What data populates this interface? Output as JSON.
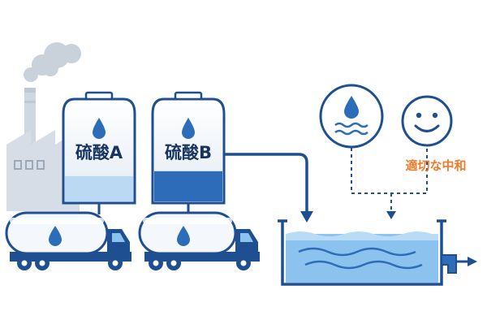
{
  "tanks": [
    {
      "label": "硫酸A",
      "fill_fraction": 0.25
    },
    {
      "label": "硫酸B",
      "fill_fraction": 0.3
    }
  ],
  "neutralization": {
    "label": "適切な中和"
  },
  "icons": {
    "water_drop": "water-drop-icon",
    "water_quality": "water-drop-with-waves-icon",
    "happy_face": "smiley-face-icon",
    "factory": "factory-icon",
    "truck": "tanker-truck-icon",
    "outlet": "outlet-arrow-icon"
  },
  "colors": {
    "outline": "#1d4f91",
    "liquid_light": "#bcd9f3",
    "liquid_dark": "#2d6cb8",
    "water": "#8cc3ee",
    "accent_text": "#ef7a2a",
    "factory": "#d6dde6"
  }
}
